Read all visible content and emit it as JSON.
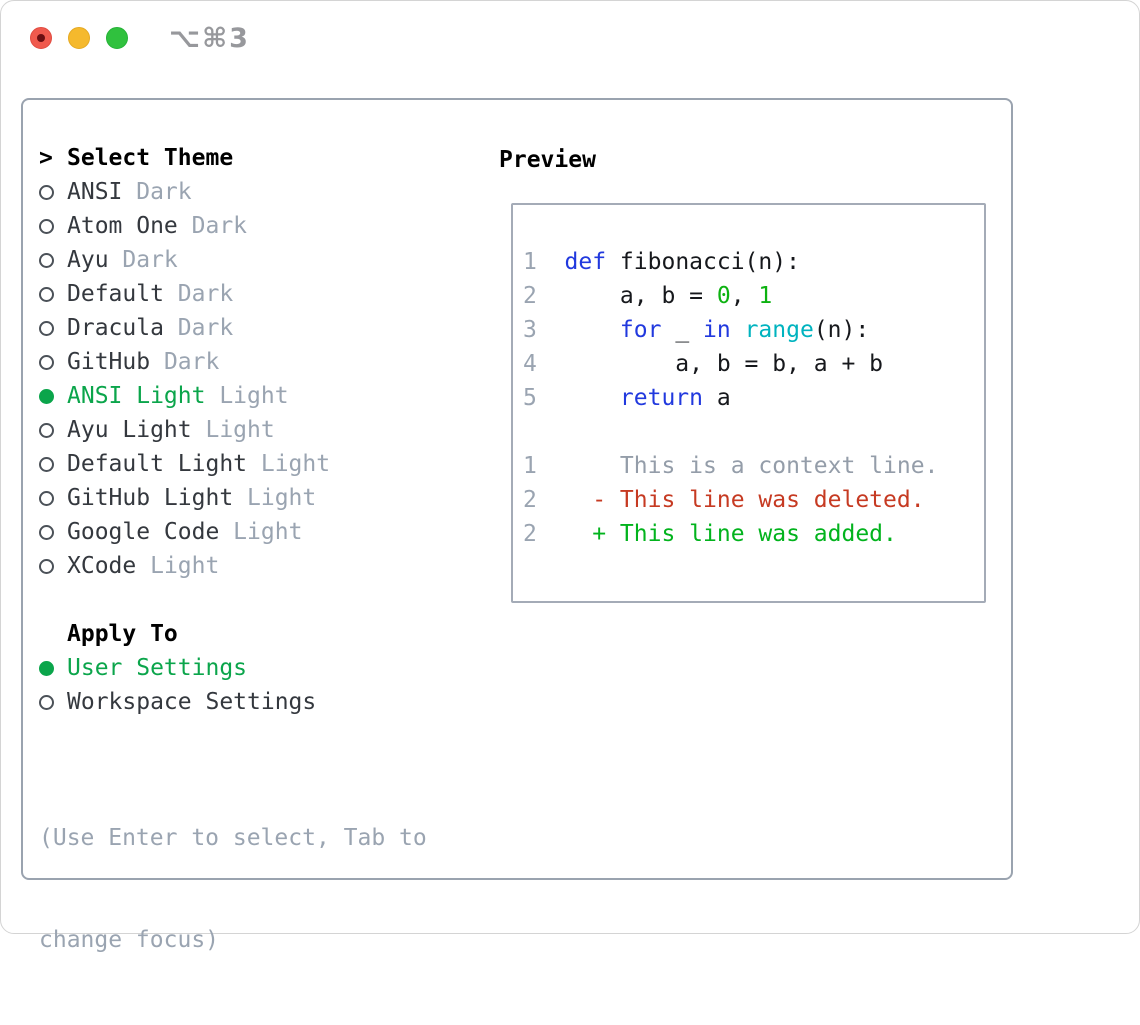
{
  "window": {
    "title_shortcut": "⌥⌘3"
  },
  "colors": {
    "accent_green": "#0ba54b",
    "keyword_blue": "#2139de",
    "builtin_cyan": "#00b3bf",
    "number_green": "#0db211",
    "deleted_red": "#c63a22",
    "added_green": "#02b31d",
    "muted_gray": "#9aa4b1",
    "text_dark": "#34383e",
    "traffic_red": "#f05a4e",
    "traffic_yellow": "#f5b92d",
    "traffic_green": "#30c13e"
  },
  "theme_picker": {
    "header": {
      "prefix": ">",
      "label": "Select Theme"
    },
    "themes": [
      {
        "name": "ANSI",
        "variant": "Dark",
        "selected": false
      },
      {
        "name": "Atom One",
        "variant": "Dark",
        "selected": false
      },
      {
        "name": "Ayu",
        "variant": "Dark",
        "selected": false
      },
      {
        "name": "Default",
        "variant": "Dark",
        "selected": false
      },
      {
        "name": "Dracula",
        "variant": "Dark",
        "selected": false
      },
      {
        "name": "GitHub",
        "variant": "Dark",
        "selected": false
      },
      {
        "name": "ANSI Light",
        "variant": "Light",
        "selected": true
      },
      {
        "name": "Ayu Light",
        "variant": "Light",
        "selected": false
      },
      {
        "name": "Default Light",
        "variant": "Light",
        "selected": false
      },
      {
        "name": "GitHub Light",
        "variant": "Light",
        "selected": false
      },
      {
        "name": "Google Code",
        "variant": "Light",
        "selected": false
      },
      {
        "name": "XCode",
        "variant": "Light",
        "selected": false
      }
    ],
    "apply_to": {
      "label": "Apply To",
      "options": [
        {
          "label": "User Settings",
          "selected": true
        },
        {
          "label": "Workspace Settings",
          "selected": false
        }
      ]
    },
    "help_lines": [
      "(Use Enter to select, Tab to",
      "change focus)"
    ]
  },
  "preview": {
    "title": "Preview",
    "code_lines": [
      {
        "num": "1",
        "tokens": [
          {
            "t": "def",
            "c": "kw"
          },
          {
            "t": " fibonacci(n):",
            "c": "fg"
          }
        ]
      },
      {
        "num": "2",
        "tokens": [
          {
            "t": "    a, b = ",
            "c": "fg"
          },
          {
            "t": "0",
            "c": "num"
          },
          {
            "t": ", ",
            "c": "fg"
          },
          {
            "t": "1",
            "c": "num"
          }
        ]
      },
      {
        "num": "3",
        "tokens": [
          {
            "t": "    ",
            "c": "fg"
          },
          {
            "t": "for",
            "c": "kw"
          },
          {
            "t": " _ ",
            "c": "fg"
          },
          {
            "t": "in",
            "c": "kw"
          },
          {
            "t": " ",
            "c": "fg"
          },
          {
            "t": "range",
            "c": "builtin"
          },
          {
            "t": "(n):",
            "c": "fg"
          }
        ]
      },
      {
        "num": "4",
        "tokens": [
          {
            "t": "        a, b = b, a + b",
            "c": "fg"
          }
        ]
      },
      {
        "num": "5",
        "tokens": [
          {
            "t": "    ",
            "c": "fg"
          },
          {
            "t": "return",
            "c": "kw"
          },
          {
            "t": " a",
            "c": "fg"
          }
        ]
      }
    ],
    "diff_lines": [
      {
        "num": "1",
        "tokens": [
          {
            "t": "    This is a context line.",
            "c": "muted"
          }
        ]
      },
      {
        "num": "2",
        "tokens": [
          {
            "t": "  - This line was deleted.",
            "c": "del"
          }
        ]
      },
      {
        "num": "2",
        "tokens": [
          {
            "t": "  + This line was added.",
            "c": "add"
          }
        ]
      }
    ]
  }
}
